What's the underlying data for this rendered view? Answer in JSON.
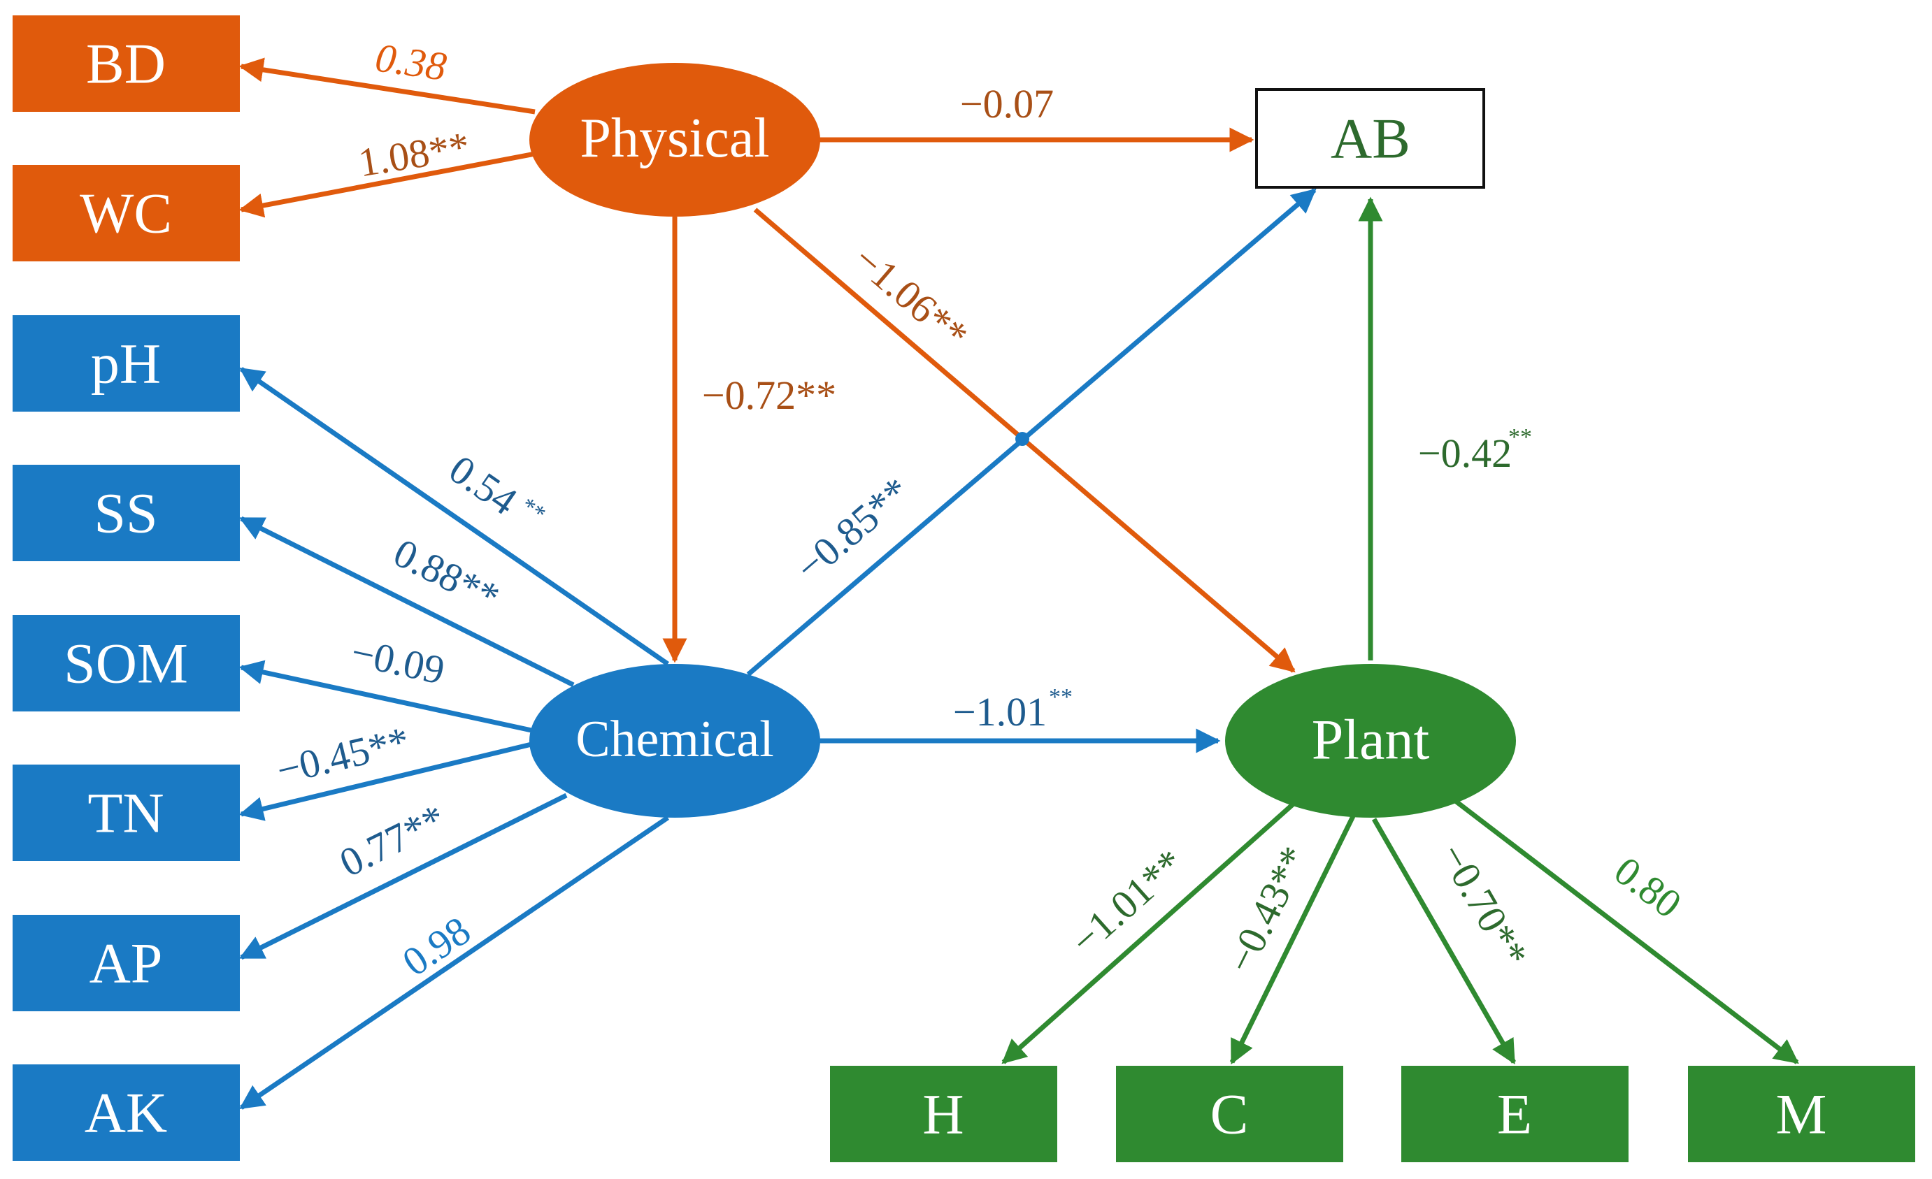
{
  "colors": {
    "physical": "#e05a0c",
    "physical_text": "#a84f16",
    "chemical": "#1a7ac4",
    "chemical_text": "#1e5b8e",
    "plant": "#2f8a30",
    "plant_text": "#2d6a2d",
    "ab_text": "#2d6a2d"
  },
  "nodes": {
    "physical": "Physical",
    "chemical": "Chemical",
    "plant": "Plant"
  },
  "indicators": {
    "physical": [
      "BD",
      "WC"
    ],
    "chemical": [
      "pH",
      "SS",
      "SOM",
      "TN",
      "AP",
      "AK"
    ],
    "plant": [
      "H",
      "C",
      "E",
      "M"
    ],
    "outcome": "AB"
  },
  "loadings": {
    "bd": "0.38",
    "wc": "1.08**",
    "ph": "0.54",
    "ph_sig": "**",
    "ss": "0.88**",
    "som": "−0.09",
    "tn": "−0.45**",
    "ap": "0.77**",
    "ak": "0.98",
    "h": "−1.01**",
    "c": "−0.43**",
    "e": "−0.70**",
    "m": "0.80"
  },
  "paths": {
    "physical_ab": "−0.07",
    "physical_chemical": "−0.72**",
    "physical_plant": "−1.06**",
    "chemical_ab": "−0.85**",
    "chemical_plant": "−1.01",
    "chemical_plant_sig": "**",
    "plant_ab": "−0.42",
    "plant_ab_sig": "**"
  }
}
